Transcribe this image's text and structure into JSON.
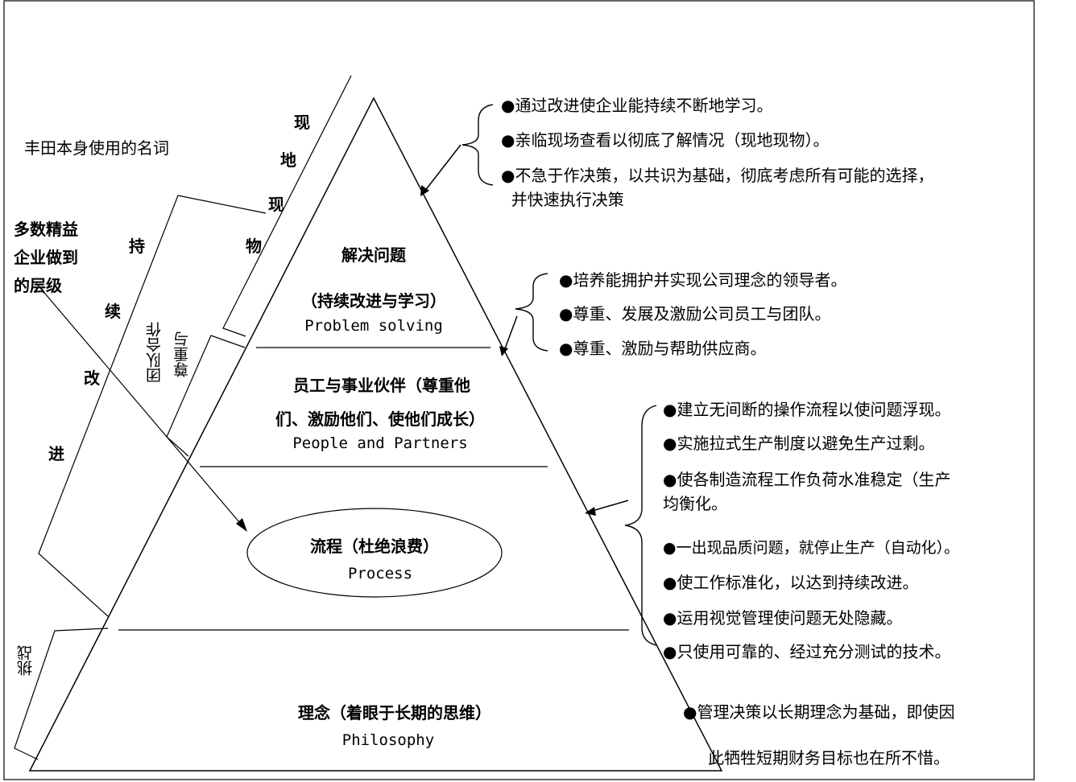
{
  "left_labels": {
    "toyota_terms": "丰田本身使用的名词",
    "lean_levels_1": "多数精益",
    "lean_levels_2": "企业做到",
    "lean_levels_3": "的层级",
    "genchi_1": "现",
    "genchi_2": "地",
    "genchi_3": "现",
    "genchi_4": "物",
    "kaizen_1": "持",
    "kaizen_2": "续",
    "kaizen_3": "改",
    "kaizen_4": "进",
    "respect": "尊重与",
    "teamwork": "团队合作",
    "challenge": "挑战"
  },
  "pyramid": {
    "level1_title": "解决问题",
    "level1_sub": "（持续改进与学习）",
    "level1_en": "Problem solving",
    "level2_line1": "员工与事业伙伴（尊重他",
    "level2_line2": "们、激励他们、使他们成长）",
    "level2_en": "People and Partners",
    "level3_title": "流程（杜绝浪费）",
    "level3_en": "Process",
    "level4_title": "理念（着眼于长期的思维）",
    "level4_en": "Philosophy"
  },
  "right_notes": {
    "problem_solving": [
      "●通过改进使企业能持续不断地学习。",
      "●亲临现场查看以彻底了解情况（现地现物）。",
      "●不急于作决策，以共识为基础，彻底考虑所有可能的选择，",
      "  并快速执行决策"
    ],
    "people": [
      "●培养能拥护并实现公司理念的领导者。",
      "●尊重、发展及激励公司员工与团队。",
      "●尊重、激励与帮助供应商。"
    ],
    "process": [
      "●建立无间断的操作流程以使问题浮现。",
      "●实施拉式生产制度以避免生产过剩。",
      "●使各制造流程工作负荷水准稳定（生产",
      "均衡化。",
      "●一出现品质问题，就停止生产（自动化）。",
      "●使工作标准化，以达到持续改进。",
      "●运用视觉管理使问题无处隐藏。",
      "●只使用可靠的、经过充分测试的技术。"
    ],
    "philosophy": [
      "●管理决策以长期理念为基础，即使因",
      "此牺牲短期财务目标也在所不惜。"
    ]
  }
}
